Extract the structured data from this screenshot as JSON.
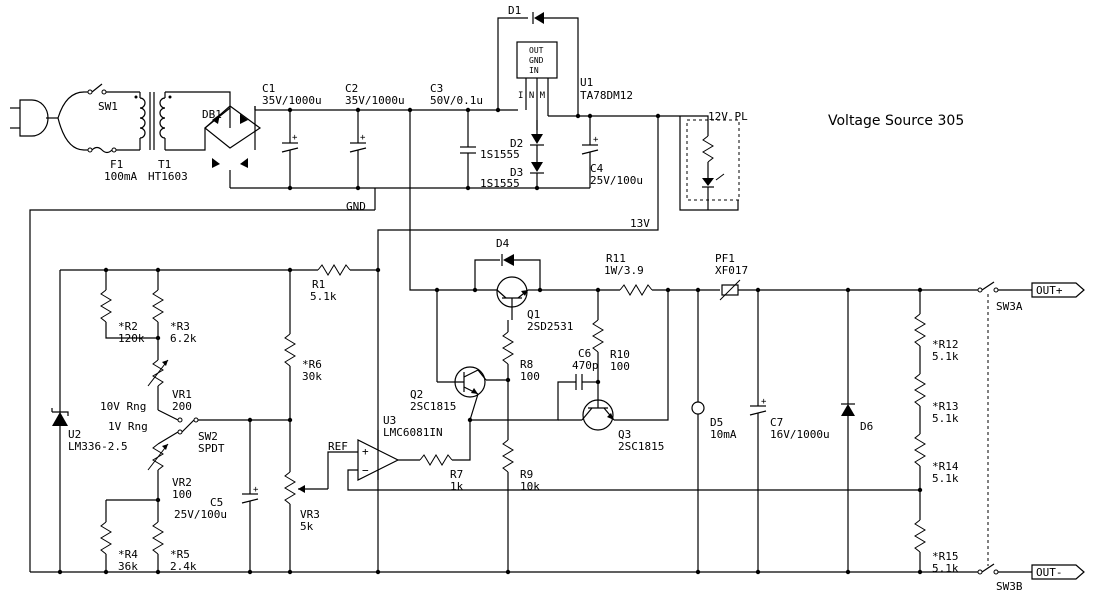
{
  "title": "Voltage Source 305",
  "components": {
    "sw1": {
      "ref": "SW1"
    },
    "f1": {
      "ref": "F1",
      "value": "100mA"
    },
    "t1": {
      "ref": "T1",
      "value": "HT1603"
    },
    "db1": {
      "ref": "DB1"
    },
    "c1": {
      "ref": "C1",
      "value": "35V/1000u"
    },
    "c2": {
      "ref": "C2",
      "value": "35V/1000u"
    },
    "c3": {
      "ref": "C3",
      "value": "50V/0.1u"
    },
    "d1": {
      "ref": "D1"
    },
    "u1": {
      "ref": "U1",
      "value": "TA78DM12",
      "pins": "I N M",
      "chip_text": [
        "OUT",
        "GND",
        "IN"
      ]
    },
    "d2": {
      "ref": "D2",
      "value": "1S1555"
    },
    "d3": {
      "ref": "D3",
      "value": "1S1555"
    },
    "c4": {
      "ref": "C4",
      "value": "25V/100u"
    },
    "pl": {
      "ref": "12V PL"
    },
    "r1": {
      "ref": "R1",
      "value": "5.1k"
    },
    "r2": {
      "ref": "*R2",
      "value": "120k"
    },
    "r3": {
      "ref": "*R3",
      "value": "6.2k"
    },
    "vr1": {
      "ref": "VR1",
      "value": "200"
    },
    "vr2": {
      "ref": "VR2",
      "value": "100"
    },
    "r4": {
      "ref": "*R4",
      "value": "36k"
    },
    "r5": {
      "ref": "*R5",
      "value": "2.4k"
    },
    "r6": {
      "ref": "*R6",
      "value": "30k"
    },
    "u2": {
      "ref": "U2",
      "value": "LM336-2.5"
    },
    "sw2": {
      "ref": "SW2",
      "value": "SPDT",
      "pos_a": "10V Rng",
      "pos_b": "1V Rng"
    },
    "c5": {
      "ref": "C5",
      "value": "25V/100u"
    },
    "vr3": {
      "ref": "VR3",
      "value": "5k"
    },
    "u3": {
      "ref": "U3",
      "value": "LMC6081IN"
    },
    "d4": {
      "ref": "D4"
    },
    "q1": {
      "ref": "Q1",
      "value": "2SD2531"
    },
    "q2": {
      "ref": "Q2",
      "value": "2SC1815"
    },
    "q3": {
      "ref": "Q3",
      "value": "2SC1815"
    },
    "r7": {
      "ref": "R7",
      "value": "1k"
    },
    "r8": {
      "ref": "R8",
      "value": "100"
    },
    "r9": {
      "ref": "R9",
      "value": "10k"
    },
    "r10": {
      "ref": "R10",
      "value": "100"
    },
    "r11": {
      "ref": "R11",
      "value": "1W/3.9"
    },
    "c6": {
      "ref": "C6",
      "value": "470p"
    },
    "pf1": {
      "ref": "PF1",
      "value": "XF017"
    },
    "d5": {
      "ref": "D5",
      "value": "10mA"
    },
    "c7": {
      "ref": "C7",
      "value": "16V/1000u"
    },
    "d6": {
      "ref": "D6"
    },
    "r12": {
      "ref": "*R12",
      "value": "5.1k"
    },
    "r13": {
      "ref": "*R13",
      "value": "5.1k"
    },
    "r14": {
      "ref": "*R14",
      "value": "5.1k"
    },
    "r15": {
      "ref": "*R15",
      "value": "5.1k"
    },
    "sw3a": {
      "ref": "SW3A"
    },
    "sw3b": {
      "ref": "SW3B"
    }
  },
  "nets": {
    "gnd": "GND",
    "v13": "13V",
    "ref": "REF",
    "out_plus": "OUT+",
    "out_minus": "OUT-"
  }
}
